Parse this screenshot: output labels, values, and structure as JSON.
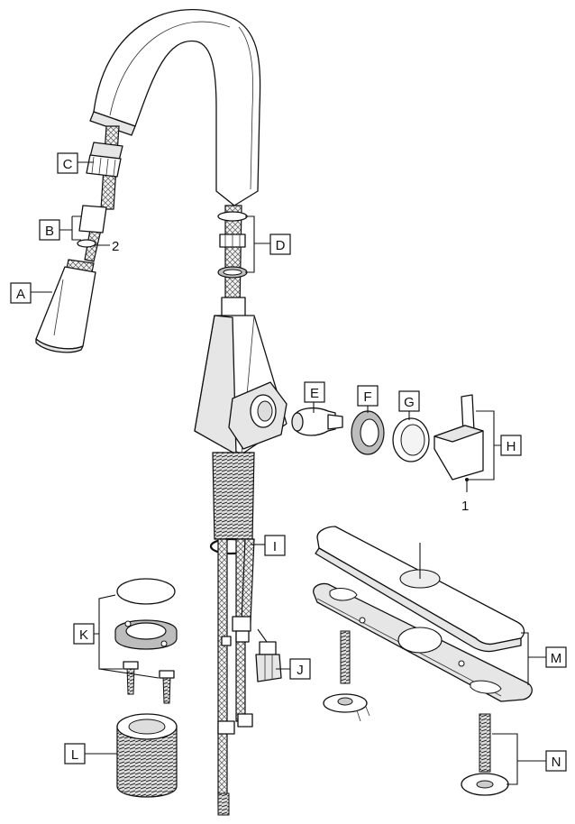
{
  "diagram": {
    "labels": {
      "A": "A",
      "B": "B",
      "C": "C",
      "D": "D",
      "E": "E",
      "F": "F",
      "G": "G",
      "H": "H",
      "I": "I",
      "J": "J",
      "K": "K",
      "L": "L",
      "M": "M",
      "N": "N",
      "num1": "1",
      "num2": "2"
    }
  }
}
